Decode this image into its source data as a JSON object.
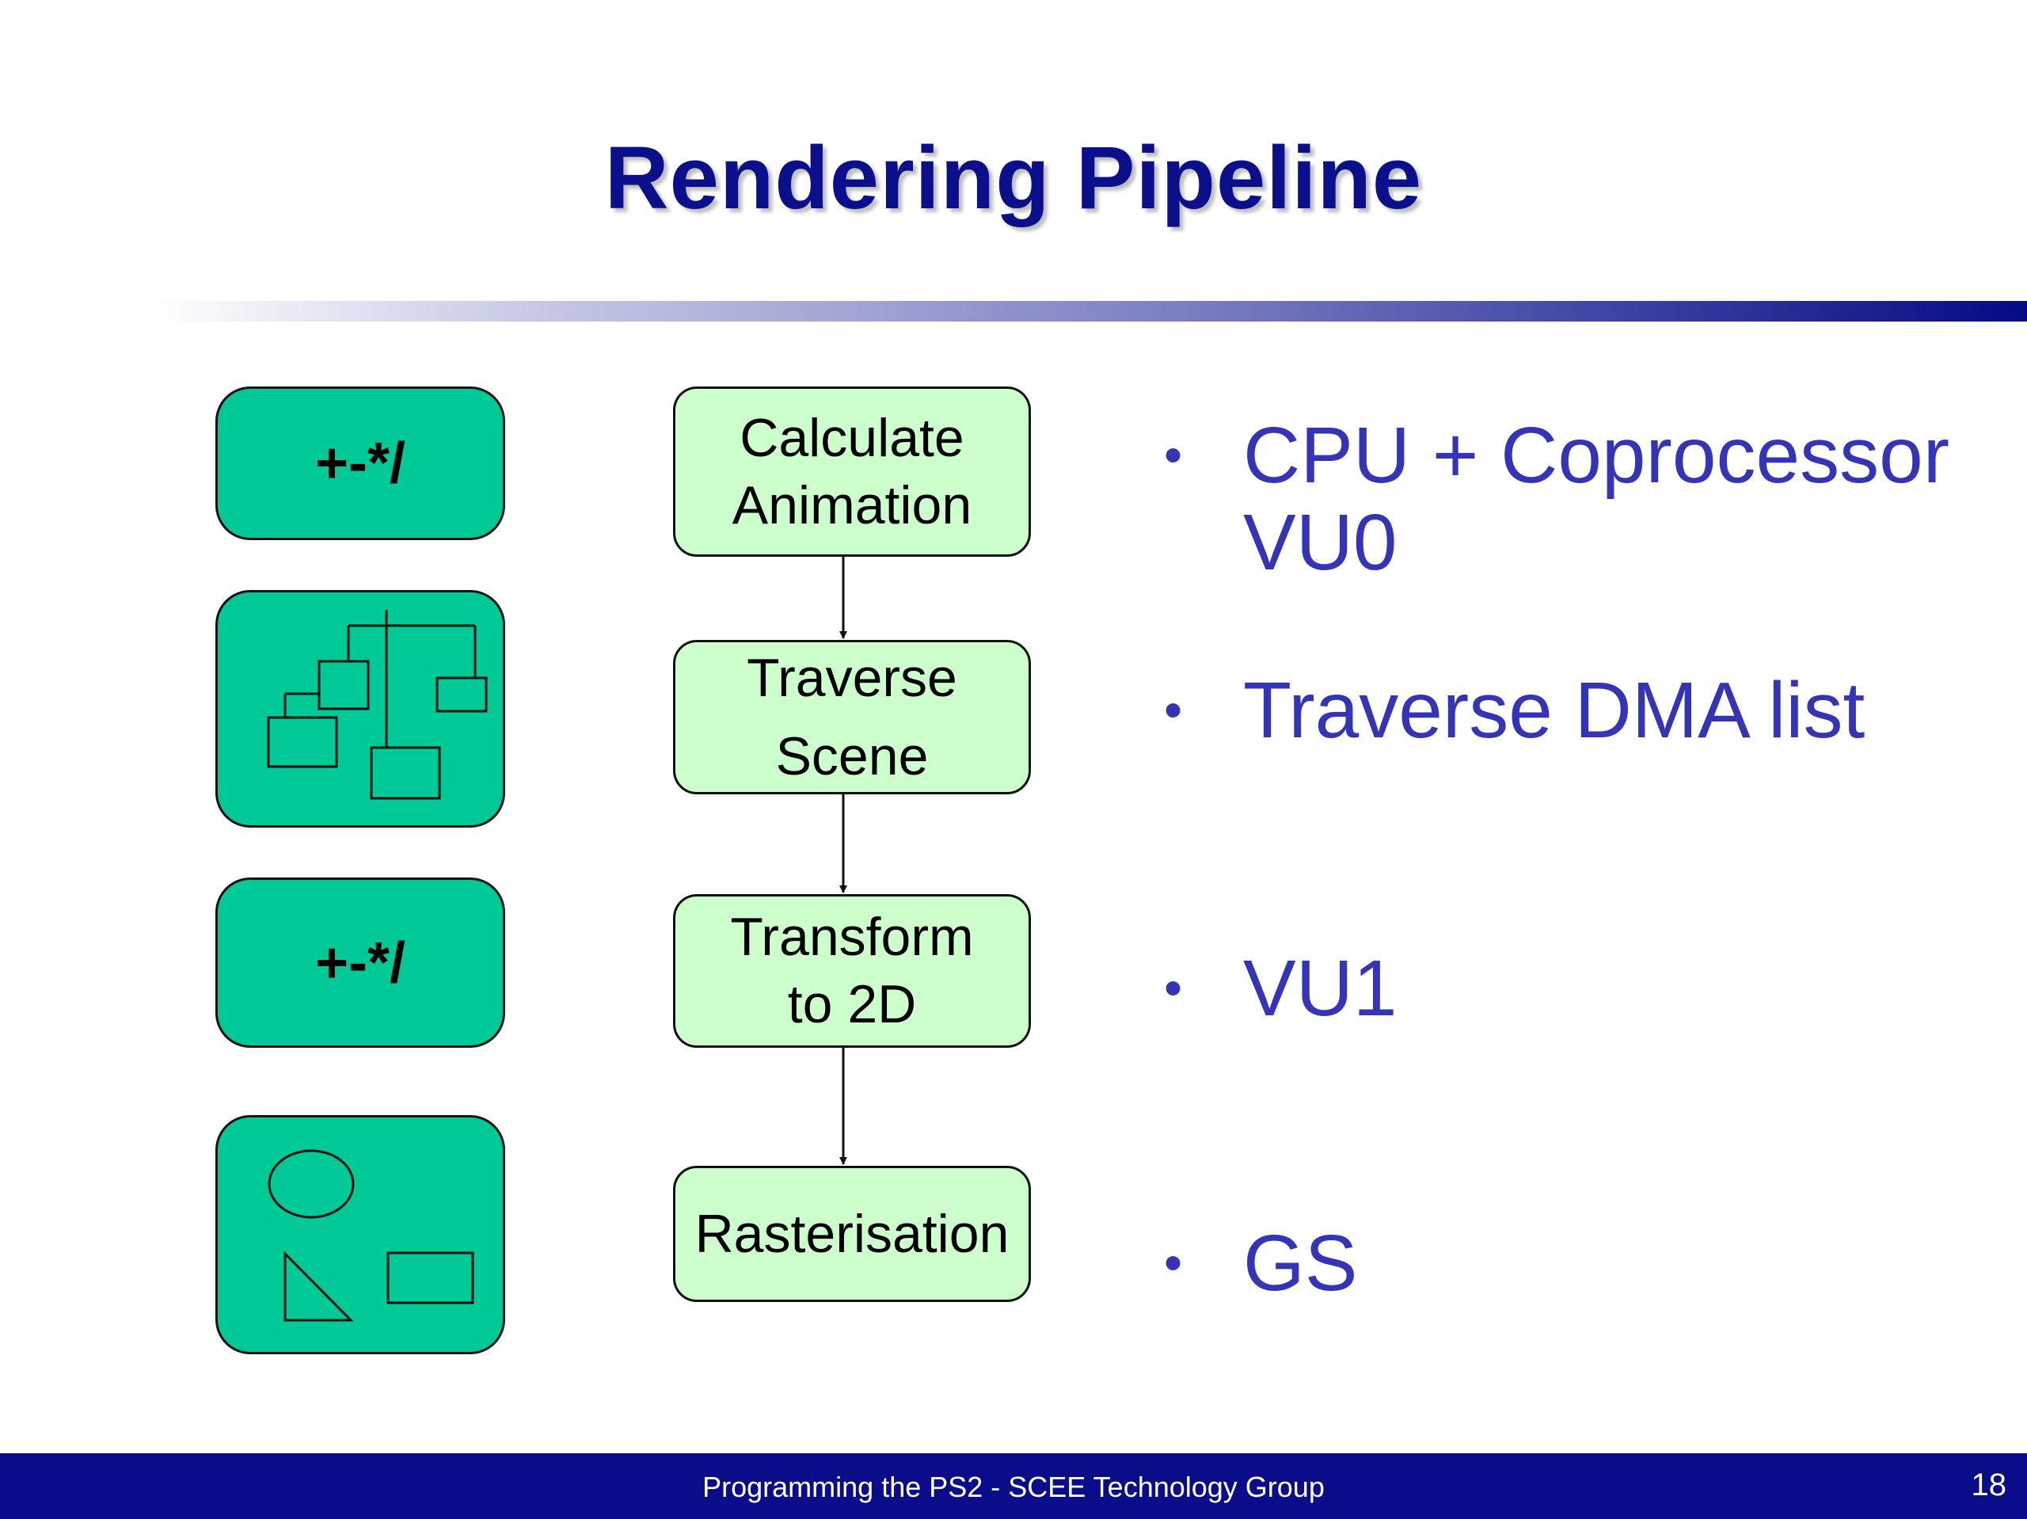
{
  "title": "Rendering Pipeline",
  "icons": [
    {
      "type": "arithmetic",
      "label": "+-*/"
    },
    {
      "type": "scene-tree-icon"
    },
    {
      "type": "arithmetic",
      "label": "+-*/"
    },
    {
      "type": "primitives-icon"
    }
  ],
  "steps": [
    {
      "label": "Calculate\nAnimation"
    },
    {
      "label": "Traverse\nScene"
    },
    {
      "label": "Transform\nto 2D"
    },
    {
      "label": "Rasterisation"
    }
  ],
  "bullets": [
    {
      "symbol": "•",
      "text": "CPU + Coprocessor\nVU0"
    },
    {
      "symbol": "•",
      "text": "Traverse DMA list"
    },
    {
      "symbol": "•",
      "text": "VU1"
    },
    {
      "symbol": "•",
      "text": "GS"
    }
  ],
  "footer": {
    "text": "Programming the PS2  - SCEE Technology Group",
    "page_number": "18"
  },
  "colors": {
    "title": "#0b0f8c",
    "bullet_text": "#3434b8",
    "icon_fill": "#00c998",
    "step_fill": "#ccffcc",
    "footer_bg": "#0a0c8a"
  }
}
